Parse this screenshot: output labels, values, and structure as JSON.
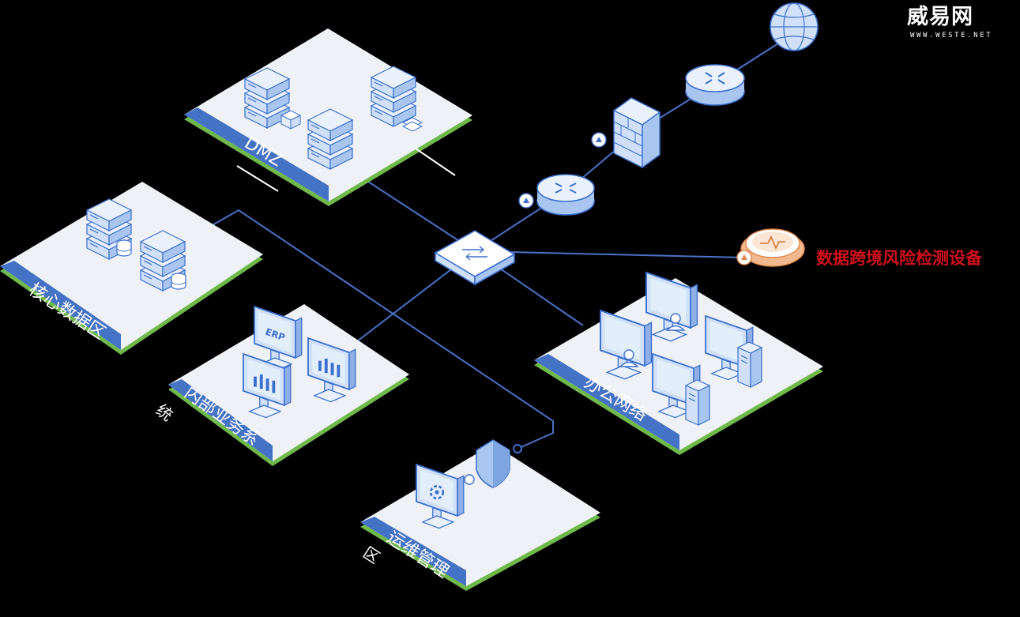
{
  "brand": {
    "name": "威易网",
    "url": "WWW.WESTE.NET"
  },
  "zones": {
    "dmz": "DMZ",
    "core": "核心数据区",
    "internal_main": "内部业务系",
    "internal_tail": "统",
    "ops_main": "运维管理",
    "ops_tail": "区",
    "office": "办公网络"
  },
  "device_labels": {
    "erp": "ERP"
  },
  "callout": {
    "detector": "数据跨境风险检测设备"
  },
  "colors": {
    "background": "#000000",
    "platform": "#eef2f7",
    "platform_edge": "#6fb84a",
    "band": "#4472c4",
    "device": "#cfe0f8",
    "device_stroke": "#3d6fcf",
    "link": "#4a72c8",
    "callout": "#d0101c",
    "detector": "#f2b98f"
  }
}
